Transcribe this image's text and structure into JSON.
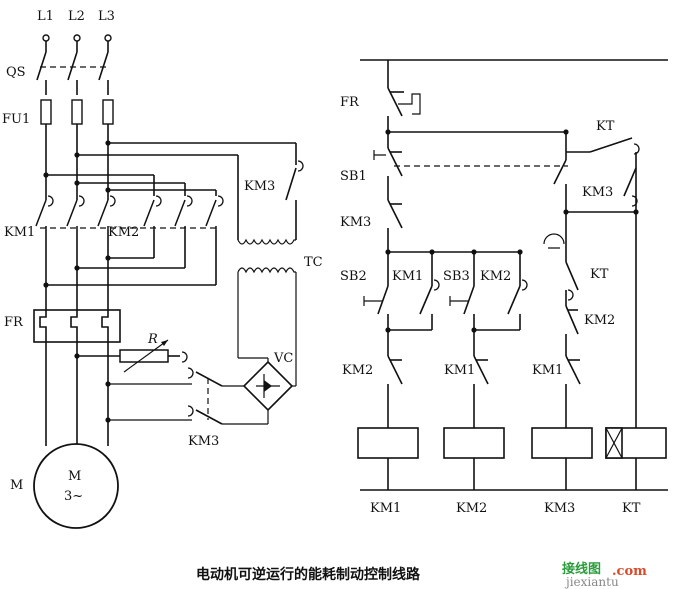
{
  "caption": "电动机可逆运行的能耗制动控制线路",
  "watermark": {
    "logo": "接线图",
    "suffix": ".com",
    "url": "jiexiantu"
  },
  "power_circuit": {
    "phases": [
      "L1",
      "L2",
      "L3"
    ],
    "labels": {
      "qs": "QS",
      "fu1": "FU1",
      "km1": "KM1",
      "km2": "KM2",
      "km3_top": "KM3",
      "tc": "TC",
      "fr": "FR",
      "r": "R",
      "vc": "VC",
      "km3_bottom": "KM3",
      "motor_side": "M",
      "motor_name": "M",
      "motor_phase": "3~"
    }
  },
  "control_circuit": {
    "labels": {
      "fr": "FR",
      "kt_top": "KT",
      "sb1": "SB1",
      "km3_left": "KM3",
      "km3_right": "KM3",
      "sb2": "SB2",
      "km1_aux": "KM1",
      "sb3": "SB3",
      "km2_aux": "KM2",
      "kt_mid": "KT",
      "km2_ilk": "KM2",
      "km1_ilk": "KM1",
      "km2_ilk_right": "KM2",
      "km1_ilk_right": "KM1"
    },
    "coils": [
      "KM1",
      "KM2",
      "KM3",
      "KT"
    ]
  }
}
